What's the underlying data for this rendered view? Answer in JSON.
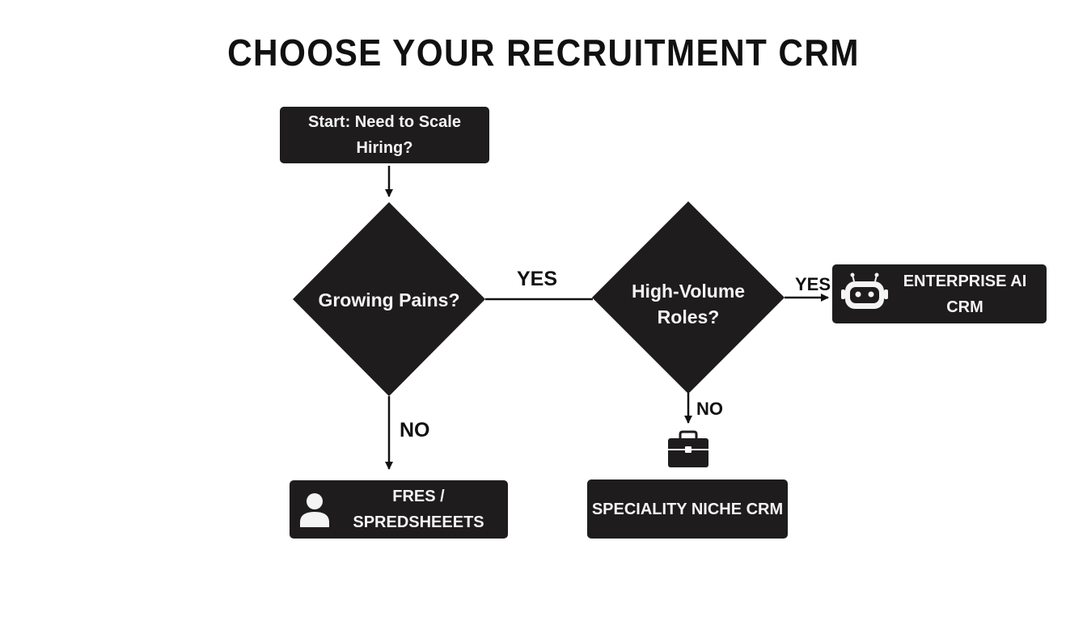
{
  "title": "CHOOSE YOUR RECRUITMENT CRM",
  "nodes": {
    "start": "Start: Need to Scale Hiring?",
    "growing_pains": "Growing Pains?",
    "high_volume": "High-Volume Roles?",
    "enterprise": "ENTERPRISE AI CRM",
    "free": "FRES / SPREDSHEEETS",
    "niche": "SPECIALITY NICHE CRM"
  },
  "edges": {
    "growing_yes": "YES",
    "growing_no": "NO",
    "volume_yes": "YES",
    "volume_no": "NO"
  },
  "icons": {
    "enterprise": "robot-icon",
    "free": "person-icon",
    "niche": "briefcase-icon"
  },
  "colors": {
    "node_fill": "#1e1c1c",
    "node_text": "#f4f4f4",
    "line": "#111111"
  }
}
